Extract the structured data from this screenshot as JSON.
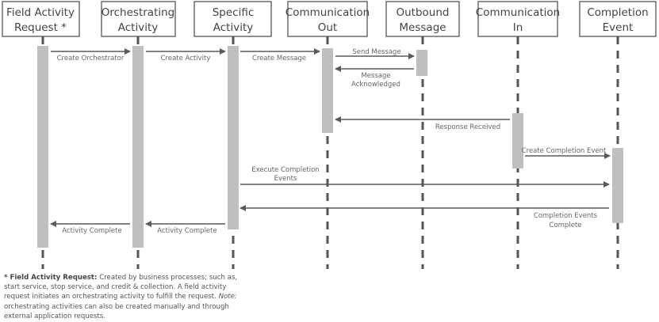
{
  "participants": [
    {
      "line1": "Field Activity",
      "line2": "Request *"
    },
    {
      "line1": "Orchestrating",
      "line2": "Activity"
    },
    {
      "line1": "Specific",
      "line2": "Activity"
    },
    {
      "line1": "Communication",
      "line2": "Out"
    },
    {
      "line1": "Outbound",
      "line2": "Message"
    },
    {
      "line1": "Communication",
      "line2": "In"
    },
    {
      "line1": "Completion",
      "line2": "Event"
    }
  ],
  "messages": [
    {
      "label": "Create Orchestrator"
    },
    {
      "label": "Create Activity"
    },
    {
      "label": "Create Message"
    },
    {
      "label": "Send Message"
    },
    {
      "line1": "Message",
      "line2": "Acknowledged"
    },
    {
      "label": "Response Received"
    },
    {
      "label": "Create Completion Event"
    },
    {
      "line1": "Execute Completion",
      "line2": "Events"
    },
    {
      "line1": "Completion Events",
      "line2": "Complete"
    },
    {
      "label": "Activity Complete"
    },
    {
      "label": "Activity Complete"
    }
  ],
  "footnote": {
    "term": "* Field Activity Request:",
    "text": " Created by business processes; such as, start service, stop service, and credit & collection. A field activity request initiates an orchestrating activity to fulfill the request.",
    "note_label": "Note:",
    "note_text": " orchestrating activities can also be created manually and through external application requests."
  },
  "colors": {
    "lifeline": "#555555",
    "activation": "#bfbfbf",
    "arrow": "#5a5a5a"
  }
}
